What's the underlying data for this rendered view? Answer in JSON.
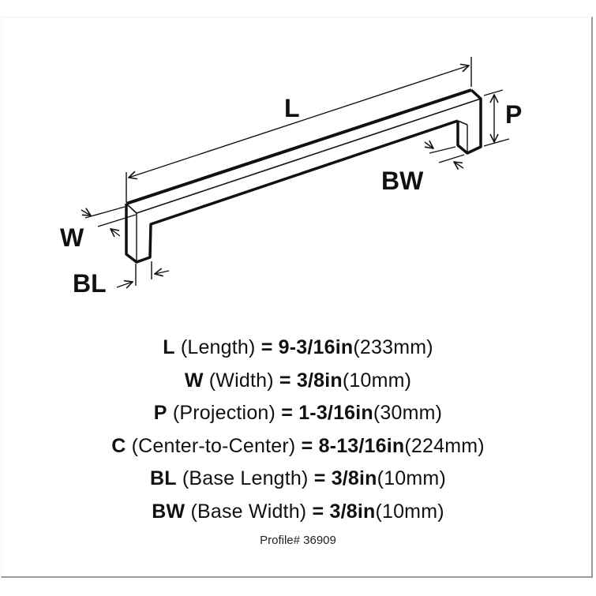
{
  "diagram": {
    "title": "Cabinet pull handle dimension diagram",
    "labels": {
      "length": "L",
      "projection": "P",
      "base_width": "BW",
      "width": "W",
      "base_length": "BL"
    },
    "colors": {
      "line": "#111111",
      "background": "#ffffff",
      "frame": "#9a9a9a"
    }
  },
  "specs": [
    {
      "abbr": "L",
      "name": "(Length)",
      "eq": "=",
      "inch": "9-3/16in",
      "mm": "(233mm)"
    },
    {
      "abbr": "W",
      "name": "(Width)",
      "eq": "=",
      "inch": "3/8in",
      "mm": "(10mm)"
    },
    {
      "abbr": "P",
      "name": "(Projection)",
      "eq": "=",
      "inch": "1-3/16in",
      "mm": "(30mm)"
    },
    {
      "abbr": "C",
      "name": "(Center-to-Center)",
      "eq": "=",
      "inch": "8-13/16in",
      "mm": "(224mm)"
    },
    {
      "abbr": "BL",
      "name": "(Base Length)",
      "eq": "=",
      "inch": "3/8in",
      "mm": "(10mm)"
    },
    {
      "abbr": "BW",
      "name": "(Base Width)",
      "eq": "=",
      "inch": "3/8in",
      "mm": "(10mm)"
    }
  ],
  "footer": {
    "profile": "Profile# 36909"
  }
}
